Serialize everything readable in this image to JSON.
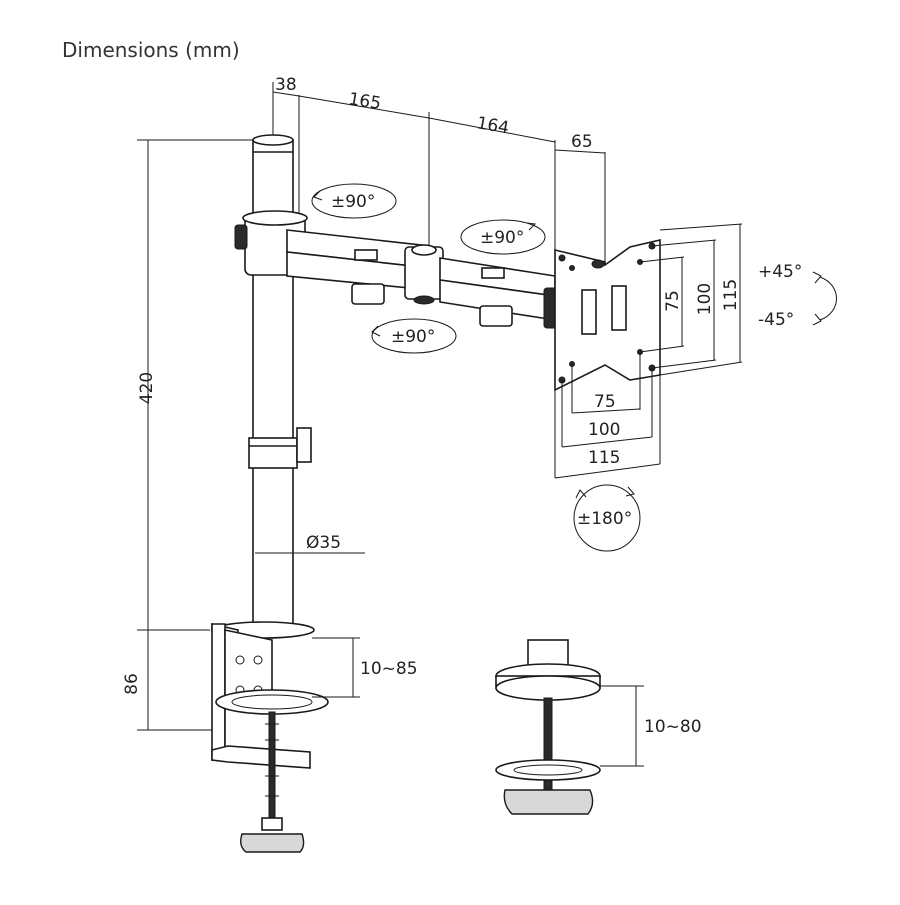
{
  "title": "Dimensions (mm)",
  "dimensions": {
    "arm_offset": "38",
    "arm_1": "165",
    "arm_2": "164",
    "head_offset": "65",
    "pole_height": "420",
    "pole_diameter": "Ø35",
    "clamp_height": "86",
    "clamp_range": "10~85",
    "grommet_range": "10~80",
    "vesa_v_75": "75",
    "vesa_v_100": "100",
    "vesa_v_115": "115",
    "vesa_h_75": "75",
    "vesa_h_100": "100",
    "vesa_h_115": "115"
  },
  "rotations": {
    "pole_swivel": "±90°",
    "joint_swivel": "±90°",
    "arm_swivel": "±90°",
    "tilt_up": "+45°",
    "tilt_down": "-45°",
    "rotate": "±180°"
  },
  "colors": {
    "line": "#1a1a1a",
    "text": "#222222",
    "fill_dark": "#2a2a2a",
    "fill_grey": "#d8d8d8"
  }
}
